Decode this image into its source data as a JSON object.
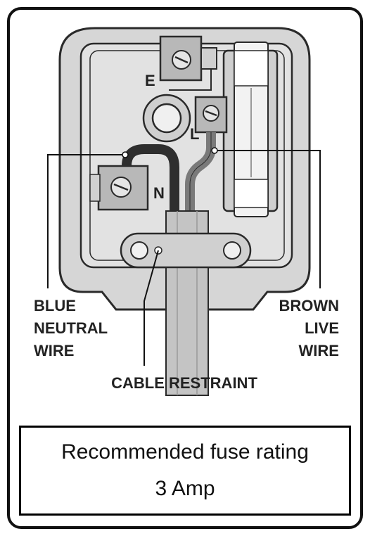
{
  "labels": {
    "earth_terminal": "E",
    "live_terminal": "L",
    "neutral_terminal": "N",
    "blue_line1": "BLUE",
    "blue_line2": "NEUTRAL",
    "blue_line3": "WIRE",
    "brown_line1": "BROWN",
    "brown_line2": "LIVE",
    "brown_line3": "WIRE",
    "cable_restraint": "CABLE RESTRAINT"
  },
  "fuse_note": {
    "line1": "Recommended fuse rating",
    "line2": "3 Amp"
  },
  "colors": {
    "plug_body": "#d6d6d6",
    "plug_outline": "#2a2a2a",
    "inner_panel": "#e2e2e2",
    "wire_dark": "#2e2e2e",
    "wire_mid": "#7a7a7a",
    "cable_sheath": "#c4c4c4",
    "terminal": "#b8b8b8"
  }
}
